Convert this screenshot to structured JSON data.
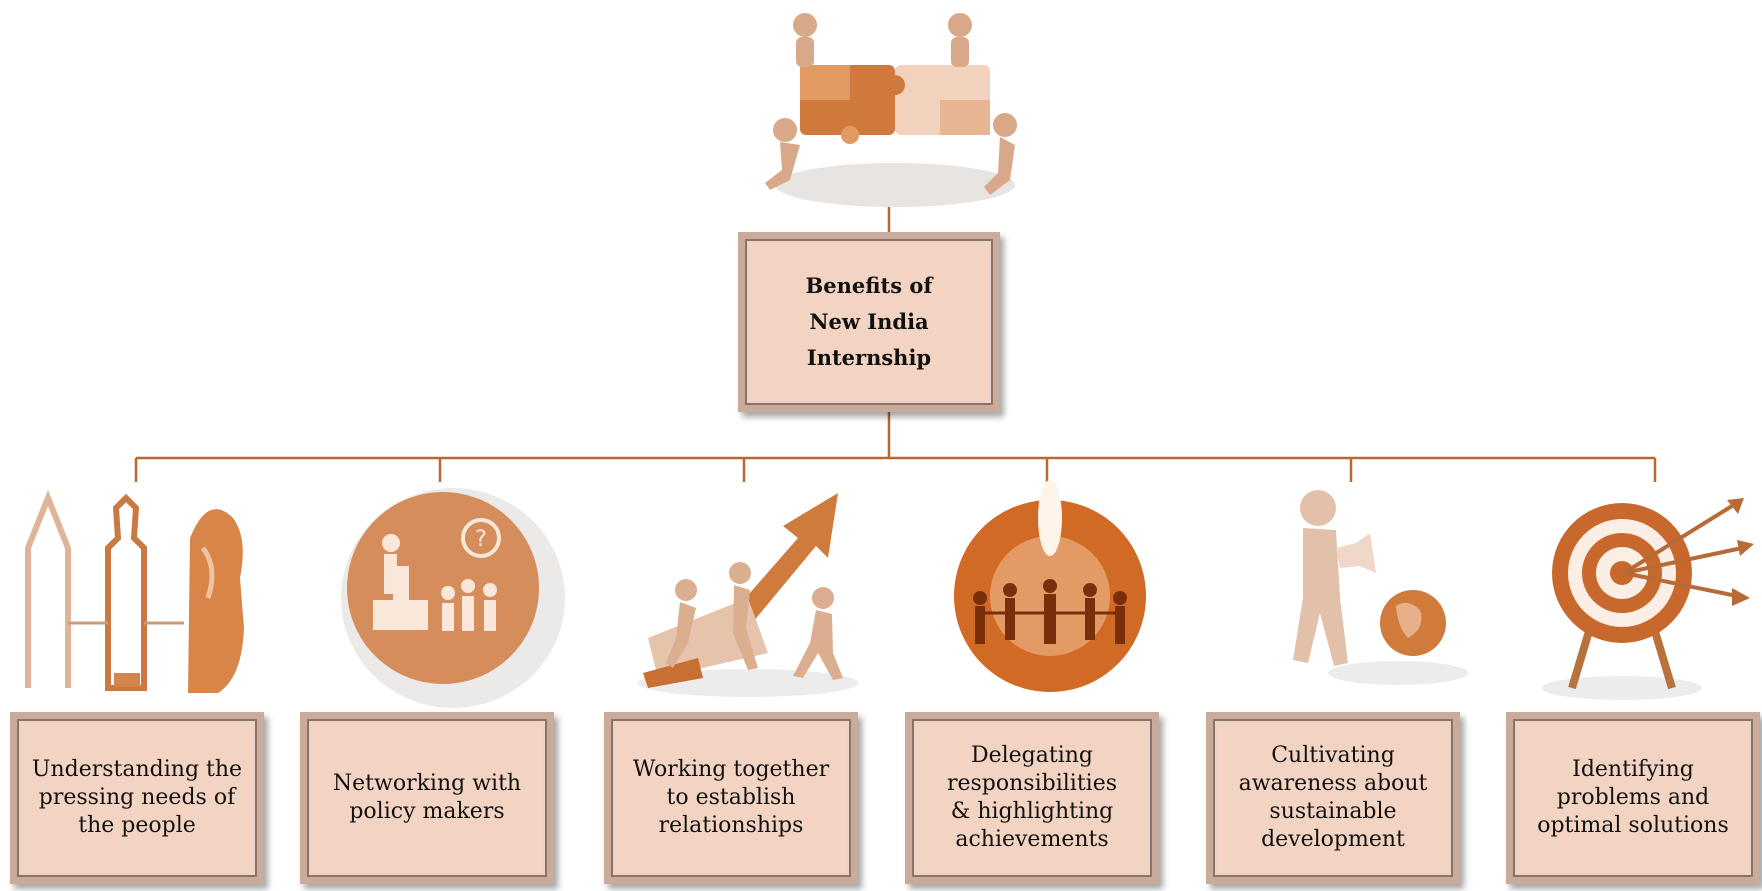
{
  "diagram": {
    "root": {
      "title": "Benefits of\nNew India Internship",
      "icon": "people-assembling-puzzle-icon"
    },
    "benefits": [
      {
        "label": "Understanding the\npressing needs of\nthe people",
        "icon": "people-silhouettes-icon"
      },
      {
        "label": "Networking with\npolicy makers",
        "icon": "speaker-podium-audience-icon"
      },
      {
        "label": "Working together\nto establish\nrelationships",
        "icon": "team-pushing-arrow-icon"
      },
      {
        "label": "Delegating\nresponsibilities\n& highlighting\nachievements",
        "icon": "circle-of-people-icon"
      },
      {
        "label": "Cultivating\nawareness about\nsustainable\ndevelopment",
        "icon": "person-megaphone-globe-icon"
      },
      {
        "label": "Identifying\nproblems and\noptimal solutions",
        "icon": "target-arrows-icon"
      }
    ],
    "colors": {
      "connector": "#b8692e",
      "box_fill": "#f3d3c2",
      "box_border": "#c9aa9b",
      "icon_dark": "#c86f33",
      "icon_light": "#f2c9a8"
    }
  }
}
